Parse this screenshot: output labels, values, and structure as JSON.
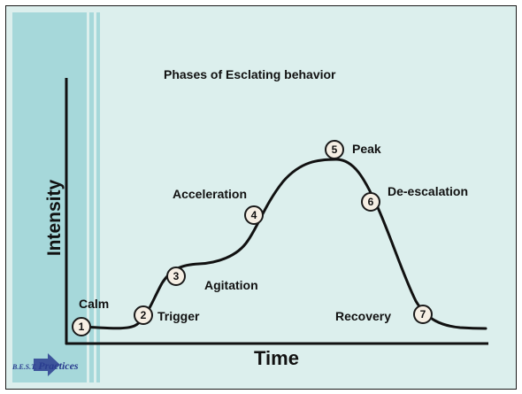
{
  "title": "Phases of Esclating behavior",
  "axes": {
    "x_label": "Time",
    "y_label": "Intensity"
  },
  "logo": {
    "prefix": "B.E.S.T.",
    "suffix": "Practices"
  },
  "phases": [
    {
      "number": "1",
      "label": "Calm"
    },
    {
      "number": "2",
      "label": "Trigger"
    },
    {
      "number": "3",
      "label": "Agitation"
    },
    {
      "number": "4",
      "label": "Acceleration"
    },
    {
      "number": "5",
      "label": "Peak"
    },
    {
      "number": "6",
      "label": "De-escalation"
    },
    {
      "number": "7",
      "label": "Recovery"
    }
  ],
  "colors": {
    "background": "#dcefed",
    "sidebar": "#a6d8da",
    "curve": "#111111",
    "marker_fill": "#f6efe4",
    "logo": "#2a3d8f"
  }
}
